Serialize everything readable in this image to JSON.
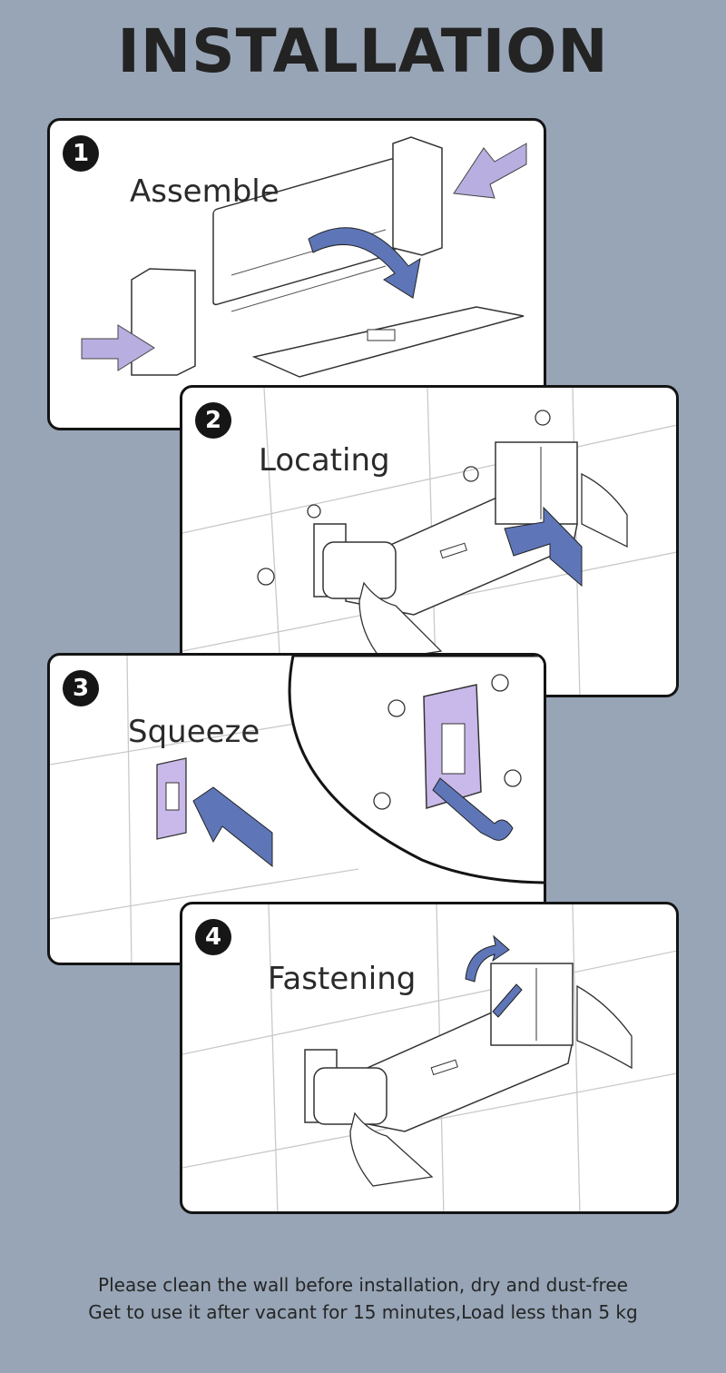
{
  "title": "INSTALLATION",
  "steps": [
    {
      "number": "1",
      "label": "Assemble"
    },
    {
      "number": "2",
      "label": "Locating"
    },
    {
      "number": "3",
      "label": "Squeeze"
    },
    {
      "number": "4",
      "label": "Fastening"
    }
  ],
  "footer": {
    "line1": "Please clean the wall before installation, dry and dust-free",
    "line2": "Get to use it after vacant for 15 minutes,Load less than 5 kg"
  },
  "colors": {
    "background": "#97a5b6",
    "arrow_blue": "#5e76b8",
    "arrow_lilac": "#b8aee0",
    "plate_lilac": "#c9b9ea"
  }
}
